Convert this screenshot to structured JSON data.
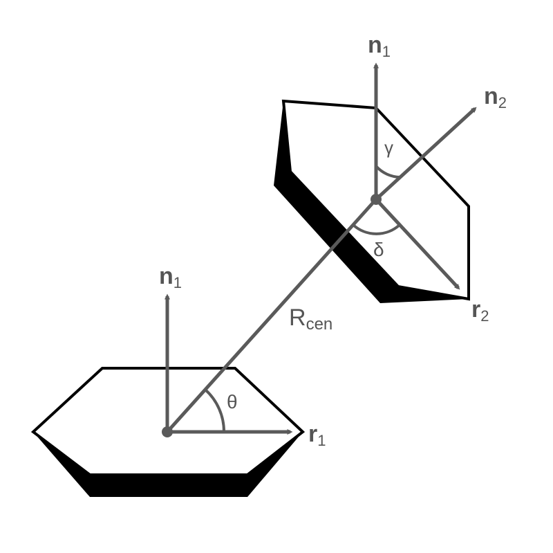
{
  "colors": {
    "arrow": "#5a5a5a",
    "outline": "#000000",
    "shadow": "#000000",
    "face": "#ffffff",
    "label": "#555555"
  },
  "labels": {
    "ring1_normal": {
      "main": "n",
      "sub": "1"
    },
    "ring1_vector": {
      "main": "r",
      "sub": "1"
    },
    "ring2_normal1": {
      "main": "n",
      "sub": "1"
    },
    "ring2_normal2": {
      "main": "n",
      "sub": "2"
    },
    "ring2_vector": {
      "main": "r",
      "sub": "2"
    },
    "centroid_distance": {
      "main": "R",
      "sub": "cen"
    },
    "angle_theta": "θ",
    "angle_gamma": "γ",
    "angle_delta": "δ"
  }
}
